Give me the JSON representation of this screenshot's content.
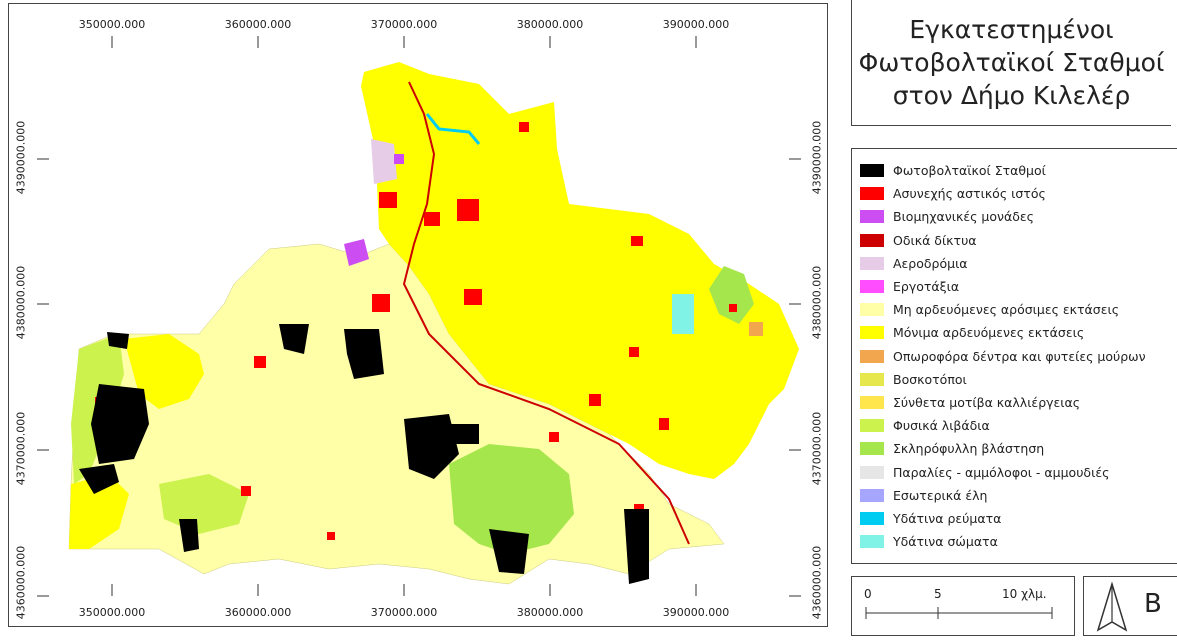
{
  "title": "Εγκατεστημένοι\nΦωτοβολταϊκοί Σταθμοί\nστον Δήμο Κιλελέρ",
  "grid": {
    "x_ticks": [
      "350000.000",
      "360000.000",
      "370000.000",
      "380000.000",
      "390000.000"
    ],
    "y_ticks": [
      "4390000.000",
      "4380000.000",
      "4370000.000",
      "4360000.000"
    ]
  },
  "legend": [
    {
      "label": "Φωτοβολταϊκοί Σταθμοί",
      "color": "#000000"
    },
    {
      "label": "Ασυνεχής αστικός ιστός",
      "color": "#ff0000"
    },
    {
      "label": "Βιομηχανικές μονάδες",
      "color": "#cc4df2"
    },
    {
      "label": "Οδικά δίκτυα",
      "color": "#cc0000"
    },
    {
      "label": "Αεροδρόμια",
      "color": "#e6cce6"
    },
    {
      "label": "Εργοτάξια",
      "color": "#ff4dff"
    },
    {
      "label": "Μη αρδευόμενες αρόσιμες εκτάσεις",
      "color": "#ffffa8"
    },
    {
      "label": "Μόνιμα αρδευόμενες εκτάσεις",
      "color": "#ffff00"
    },
    {
      "label": "Οπωροφόρα δέντρα και φυτείες μούρων",
      "color": "#f2a64d"
    },
    {
      "label": "Βοσκοτόποι",
      "color": "#e6e64d"
    },
    {
      "label": "Σύνθετα μοτίβα καλλιέργειας",
      "color": "#ffe64d"
    },
    {
      "label": "Φυσικά λιβάδια",
      "color": "#ccf24d"
    },
    {
      "label": "Σκληρόφυλλη βλάστηση",
      "color": "#a6e64d"
    },
    {
      "label": "Παραλίες - αμμόλοφοι - αμμουδιές",
      "color": "#e6e6e6"
    },
    {
      "label": "Εσωτερικά έλη",
      "color": "#a6a6ff"
    },
    {
      "label": "Υδάτινα ρεύματα",
      "color": "#00ccf2"
    },
    {
      "label": "Υδάτινα σώματα",
      "color": "#80f2e6"
    }
  ],
  "scale_bar": {
    "labels": [
      "0",
      "5",
      "10 χλμ."
    ]
  },
  "north_arrow": {
    "label": "Β"
  }
}
